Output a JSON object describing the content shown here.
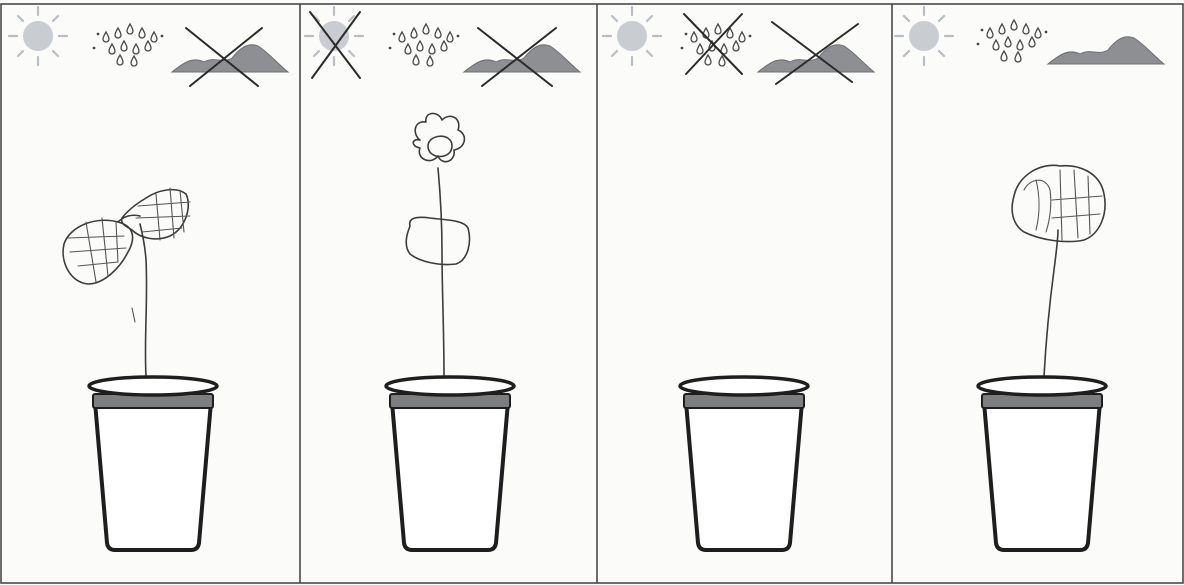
{
  "panels": [
    {
      "sun": "sun-icon",
      "water": "water-drops-icon",
      "soil": "soil-icon",
      "sun_crossed": false,
      "water_crossed": false,
      "soil_crossed": true,
      "plant": "plant-with-two-leaves"
    },
    {
      "sun": "sun-icon",
      "water": "water-drops-icon",
      "soil": "soil-icon",
      "sun_crossed": true,
      "water_crossed": false,
      "soil_crossed": true,
      "plant": "plant-with-flower"
    },
    {
      "sun": "sun-icon",
      "water": "water-drops-icon",
      "soil": "soil-icon",
      "sun_crossed": false,
      "water_crossed": true,
      "soil_crossed": true,
      "plant": "none"
    },
    {
      "sun": "sun-icon",
      "water": "water-drops-icon",
      "soil": "soil-icon",
      "sun_crossed": false,
      "water_crossed": false,
      "soil_crossed": false,
      "plant": "plant-with-large-leaf"
    }
  ],
  "colors": {
    "sun": "#c9cdd2",
    "soil": "#8d8f92",
    "cup_band": "#7c7e80",
    "outline": "#1e1e1e"
  }
}
